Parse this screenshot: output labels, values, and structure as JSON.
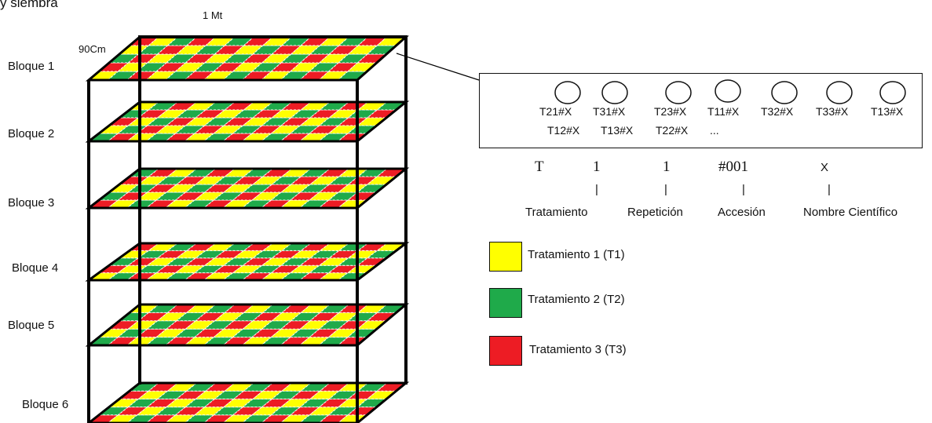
{
  "header_fragment": "y siembra",
  "top_dimension": "1 Mt",
  "depth_dimension": "90Cm",
  "blocks": [
    "Bloque 1",
    "Bloque 2",
    "Bloque 3",
    "Bloque 4",
    "Bloque 5",
    "Bloque 6"
  ],
  "detail_box": {
    "row1": [
      "T21#X",
      "T31#X",
      "T23#X",
      "T11#X",
      "T32#X",
      "T33#X",
      "T13#X"
    ],
    "row2": [
      "T12#X",
      "T13#X",
      "T22#X",
      "..."
    ]
  },
  "code_parts": [
    {
      "symbol": "T",
      "separator": "|",
      "label": "Tratamiento"
    },
    {
      "symbol": "1",
      "separator": "|",
      "label": "Repetición"
    },
    {
      "symbol": "1",
      "separator": "|",
      "label": "Accesión"
    },
    {
      "symbol": "#001",
      "separator": "|",
      "label": "Nombre Científico"
    },
    {
      "symbol": "X"
    }
  ],
  "legend": [
    {
      "label": "Tratamiento 1 (T1)",
      "color": "#ffff00"
    },
    {
      "label": "Tratamiento 2 (T2)",
      "color": "#1faa4a"
    },
    {
      "label": "Tratamiento 3 (T3)",
      "color": "#ed1c24"
    }
  ],
  "tray_colors": [
    "#ffff00",
    "#1faa4a",
    "#ed1c24"
  ]
}
